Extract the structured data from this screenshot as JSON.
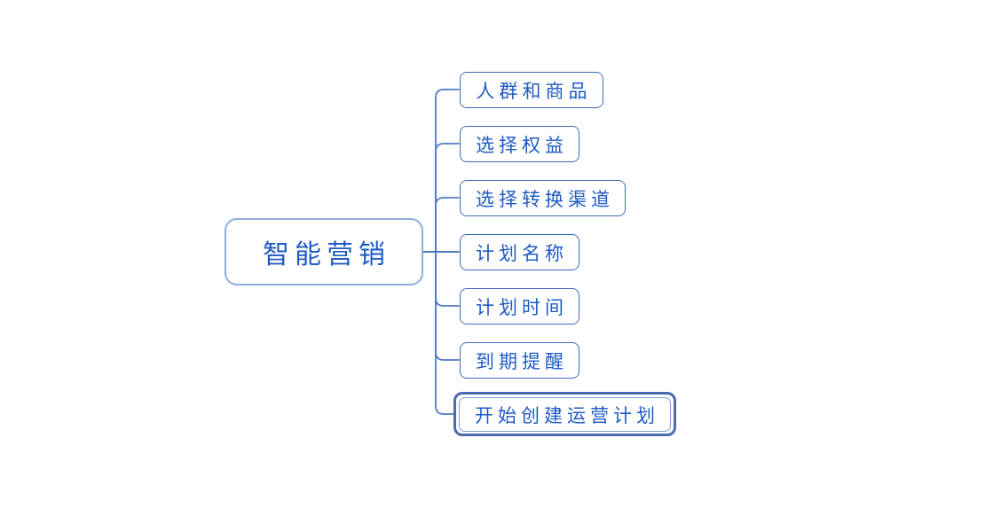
{
  "diagram": {
    "type": "mindmap",
    "root": {
      "label": "智能营销",
      "selected": false
    },
    "children": [
      {
        "label": "人群和商品",
        "selected": false
      },
      {
        "label": "选择权益",
        "selected": false
      },
      {
        "label": "选择转换渠道",
        "selected": false
      },
      {
        "label": "计划名称",
        "selected": false
      },
      {
        "label": "计划时间",
        "selected": false
      },
      {
        "label": "到期提醒",
        "selected": false
      },
      {
        "label": "开始创建运营计划",
        "selected": true
      }
    ],
    "colors": {
      "text_color": "#1F5BC4",
      "root_border": "#8DAEDD",
      "child_border": "#3E6BB4",
      "connector_color": "#4F7CC4",
      "connector_main_color": "#3565B2",
      "selection_color": "#4A6BAD",
      "selected_inner_border": "#7FA0D6",
      "background": "#FFFFFF"
    }
  }
}
